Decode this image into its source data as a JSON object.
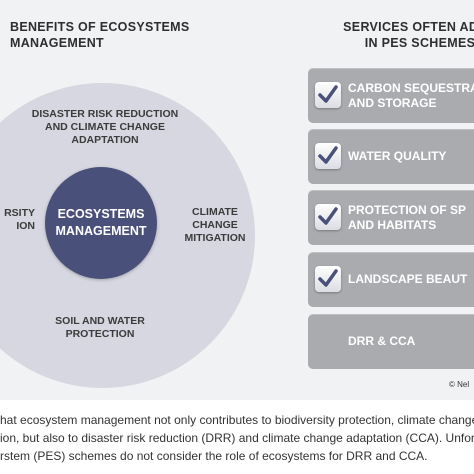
{
  "left_heading": "BENEFITS OF ECOSYSTEMS\nMANAGEMENT",
  "right_heading": "SERVICES OFTEN ADDR\nIN PES SCHEMES",
  "center": "ECOSYSTEMS\nMANAGEMENT",
  "benefits": {
    "top": "DISASTER RISK REDUCTION\nAND CLIMATE CHANGE\nADAPTATION",
    "right": "CLIMATE\nCHANGE\nMITIGATION",
    "left": "RSITY\nION",
    "bottom": "SOIL AND WATER\nPROTECTION"
  },
  "services": [
    {
      "label": "CARBON SEQUESTRA\nAND STORAGE",
      "checked": true
    },
    {
      "label": "WATER QUALITY",
      "checked": true
    },
    {
      "label": "PROTECTION OF SP\nAND HABITATS",
      "checked": true
    },
    {
      "label": "LANDSCAPE BEAUT",
      "checked": true
    },
    {
      "label": "DRR & CCA",
      "checked": false
    }
  ],
  "credit": "© Nel",
  "caption": [
    "hat ecosystem management not only contributes to biodiversity protection, climate change m",
    "ion, but also to disaster risk reduction (DRR) and climate change adaptation (CCA). Unfortu",
    "rstem (PES) schemes do not consider the role of ecosystems for DRR and CCA."
  ],
  "colors": {
    "outer_circle": "#d6d7e0",
    "inner_circle": "#49507a",
    "service_box": "#a9abae",
    "check_mark": "#49507a"
  }
}
